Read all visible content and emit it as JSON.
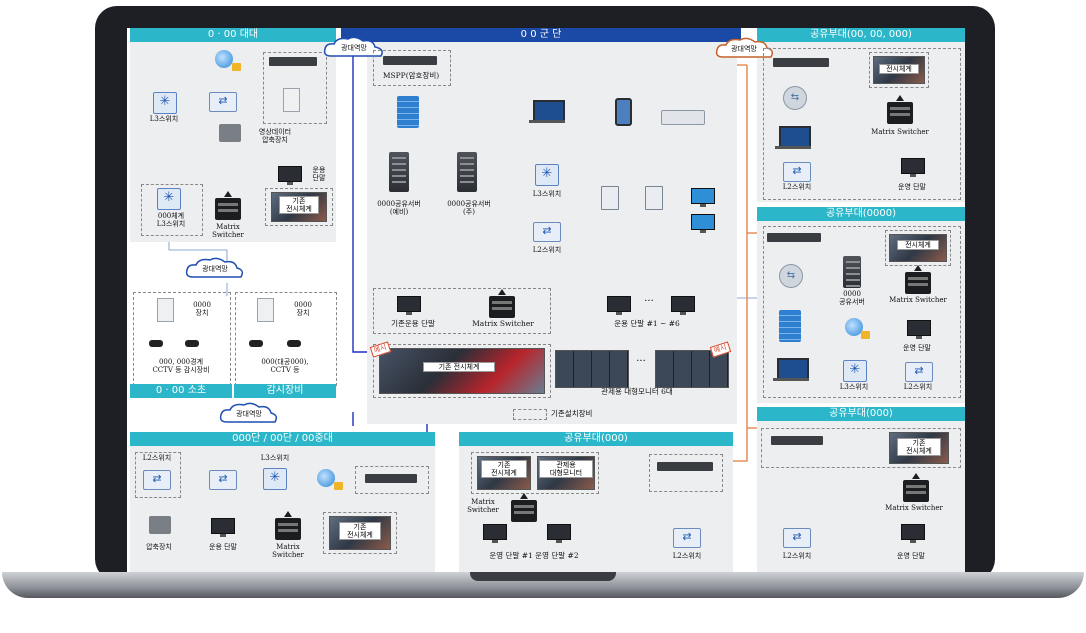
{
  "colors": {
    "header_teal": "#2bb7c9",
    "header_blue": "#1a4aa6",
    "line_blue": "#1f2fbf",
    "line_orange": "#e27a3f",
    "panel_gray": "#eceeef"
  },
  "sections": {
    "top_left_title": "0 · 00 대대",
    "center_title": "0 0 군 단",
    "top_right_title": "공유부대(00, 00, 000)",
    "mid_right_title": "공유부대(0000)",
    "low_right_title": "공유부대(000)",
    "bottom_left_title": "000단 / 00단 / 00중대",
    "bottom_center_title": "공유부대(000)",
    "sub_left_a": "0 · 00 소초",
    "sub_left_b": "감시장비"
  },
  "clouds": {
    "c1": "광대역망",
    "c2": "광대역망",
    "c3": "광대역망",
    "c4": "광대역망"
  },
  "labels": {
    "l3_switch": "L3스위치",
    "video_compress": "영상데이터\n압축장치",
    "op_terminal_a": "운용\n단말",
    "sys_l3": "000체계\nL3스위치",
    "matrix_switcher": "Matrix\nSwitcher",
    "existing_display": "기존\n전시체계",
    "device_a": "0000\n장치",
    "device_b": "0000\n장치",
    "cctv_a": "000, 000경계\nCCTV 등 감시장비",
    "cctv_b": "000(대공000),\nCCTV 등",
    "mspp": "MSPP(암호장비)",
    "server_backup": "0000공유서버\n(예비)",
    "server_main": "0000공유서버\n(주)",
    "l3_switch_c": "L3스위치",
    "l2_switch_c": "L2스위치",
    "existing_op_terminal": "기존운용 단말",
    "matrix_switcher_c": "Matrix Switcher",
    "op_terminal_range": "운용 단말 #1 ~ #6",
    "ellipsis": "···",
    "existing_display_c": "기존 전시체계",
    "control_monitor": "관제용 대형모니터 6대",
    "example": "예시",
    "legend_existing": "기존설치장비",
    "display_tr": "전시체계",
    "matrix_switcher_tr": "Matrix Switcher",
    "l2_switch_tr": "L2스위치",
    "op_terminal_tr": "운영 단말",
    "display_mr": "전시체계",
    "shared_server_mr": "0000\n공유서버",
    "matrix_switcher_mr": "Matrix Switcher",
    "op_terminal_mr": "운영 단말",
    "l3_switch_mr": "L3스위치",
    "l2_switch_mr": "L2스위치",
    "existing_display_lr": "기존\n전시체계",
    "matrix_switcher_lr": "Matrix Switcher",
    "l2_switch_lr": "L2스위치",
    "op_terminal_lr": "운영 단말",
    "l2_switch_bl": "L2스위치",
    "l3_switch_bl": "L3스위치",
    "compress_bl": "압축장치",
    "op_terminal_bl": "운용 단말",
    "matrix_switcher_bl": "Matrix\nSwitcher",
    "existing_display_bl": "기존\n전시체계",
    "existing_display_bc": "기존\n전시체계",
    "control_monitor_bc": "관제용\n대형모니터",
    "matrix_switcher_bc": "Matrix\nSwitcher",
    "op_terminal_bc": "운영 단말 #1 운영 단말 #2",
    "l2_switch_bc": "L2스위치"
  }
}
